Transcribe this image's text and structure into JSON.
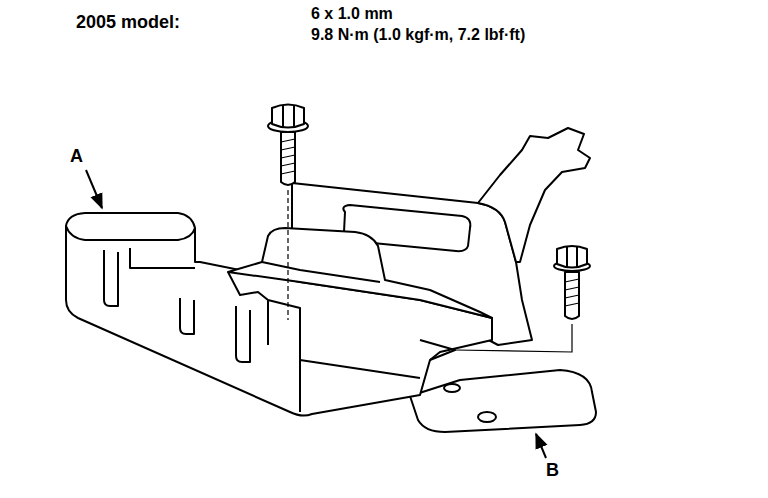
{
  "diagram": {
    "title": "2005 model:",
    "labels": [
      "6 x 1.0 mm",
      "9.8 N·m (1.0 kgf·m, 7.2 lbf·ft)",
      "A",
      "B"
    ]
  }
}
